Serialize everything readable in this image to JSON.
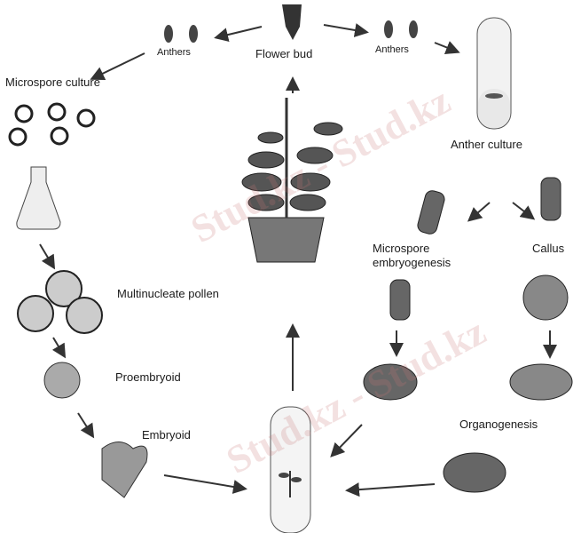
{
  "labels": {
    "anthers_left": "Anthers",
    "flower_bud": "Flower bud",
    "anthers_right": "Anthers",
    "microspore_culture": "Microspore culture",
    "anther_culture": "Anther culture",
    "microspore_embryogenesis_1": "Microspore",
    "microspore_embryogenesis_2": "embryogenesis",
    "callus": "Callus",
    "multinucleate_pollen": "Multinucleate pollen",
    "proembryoid": "Proembryoid",
    "organogenesis": "Organogenesis",
    "embryoid": "Embryoid"
  },
  "watermark": "Stud.kz - Stud.kz"
}
